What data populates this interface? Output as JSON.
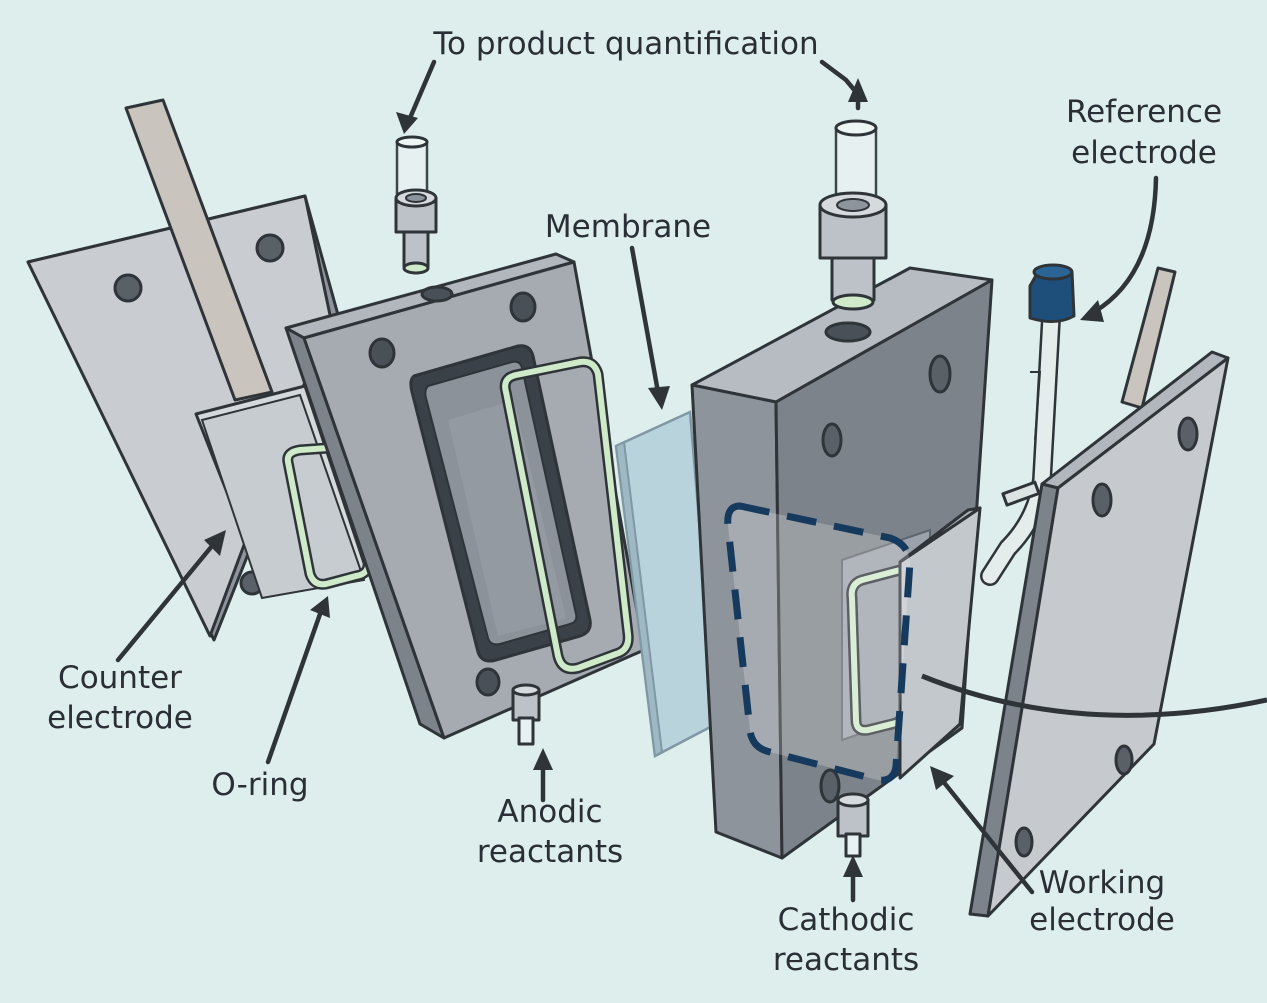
{
  "labels": {
    "to_product": "To product quantification",
    "reference_electrode": [
      "Reference",
      "electrode"
    ],
    "membrane": "Membrane",
    "counter_electrode": [
      "Counter",
      "electrode"
    ],
    "o_ring": "O-ring",
    "anodic_reactants": [
      "Anodic",
      "reactants"
    ],
    "cathodic_reactants": [
      "Cathodic",
      "reactants"
    ],
    "working_electrode": [
      "Working",
      "electrode"
    ]
  },
  "colors": {
    "background": "#ddeeed",
    "plate_face": "#c8ccd1",
    "plate_side": "#8e949b",
    "block_face": "#a6abb2",
    "block_side": "#7d838a",
    "membrane": "#b9d3dd",
    "o_ring": "#cfeac9",
    "electrode_strip": "#c9c4be",
    "dashed_outline": "#163a5e",
    "reference_cap": "#1d4f7a",
    "outline": "#2f3439"
  },
  "icons": [
    "arrow-up-icon",
    "arrow-pointer-icon"
  ]
}
